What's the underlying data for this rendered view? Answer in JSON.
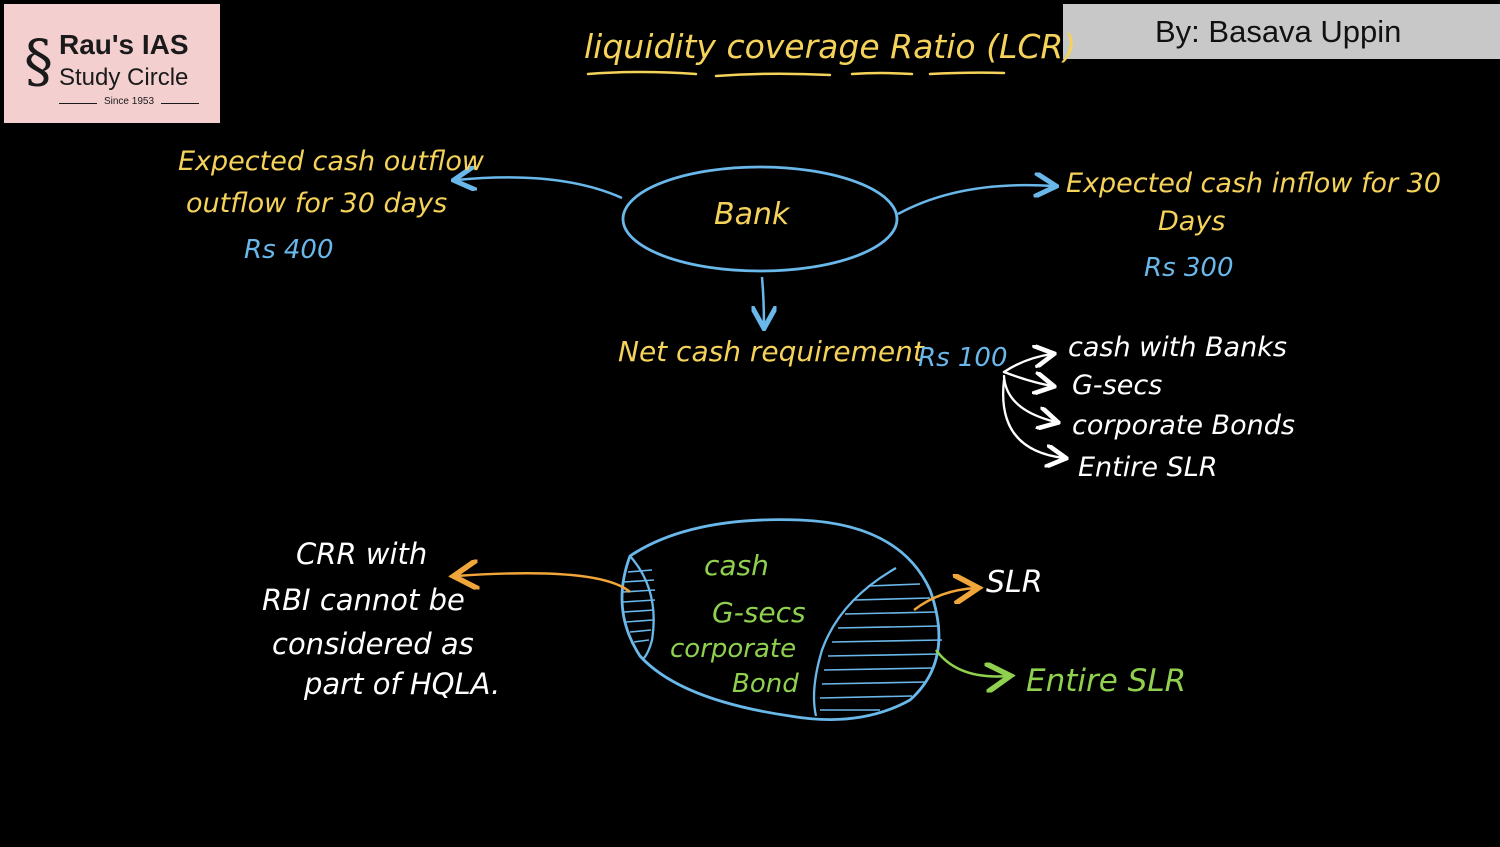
{
  "header": {
    "logo_line1": "Rau's IAS",
    "logo_line2": "Study Circle",
    "logo_since": "Since 1953",
    "author": "By: Basava Uppin"
  },
  "title": "liquidity coverage Ratio (LCR)",
  "bank_label": "Bank",
  "outflow": {
    "line1": "Expected cash outflow",
    "line2": "outflow for 30 days",
    "amount": "Rs 400"
  },
  "inflow": {
    "line1": "Expected cash inflow for 30",
    "line2": "Days",
    "amount": "Rs 300"
  },
  "net": {
    "label": "Net cash requirement",
    "amount": "Rs 100"
  },
  "hqla_items": [
    "cash with Banks",
    "G-secs",
    "corporate Bonds",
    "Entire SLR"
  ],
  "oval_contents": [
    "cash",
    "G-secs",
    "corporate",
    "Bond"
  ],
  "crr_note": [
    "CRR with",
    "RBI cannot be",
    "considered as",
    "part of HQLA."
  ],
  "slr_label": "SLR",
  "entire_slr_label": "Entire SLR",
  "colors": {
    "background": "#000000",
    "yellow": "#f5d35a",
    "blue": "#6ab8ea",
    "orange": "#f0a63a",
    "green": "#8fd14f",
    "white": "#ffffff",
    "logo_bg": "#f4cfcf",
    "author_bg": "#c8c8c8"
  }
}
